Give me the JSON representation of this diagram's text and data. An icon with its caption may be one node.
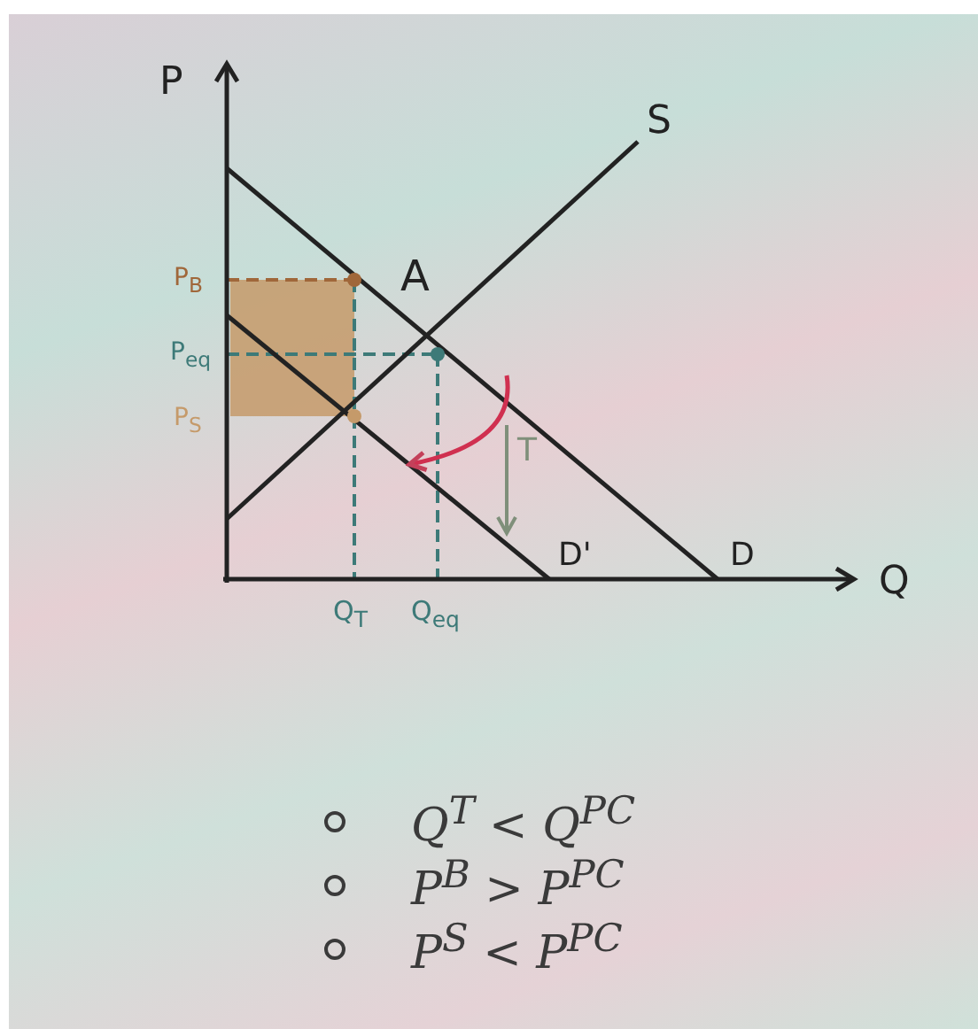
{
  "diagram": {
    "labels": [
      "P",
      "S",
      "A",
      "P$_{B}$",
      "P$_{eq}$",
      "P$_{S}$",
      "T",
      "D'",
      "D",
      "Q",
      "Q$_{T}$",
      "Q$_{eq}$",
      "Q$^{T}$ < Q$^{PC}$",
      "P$^{B}$ > P$^{PC}$",
      "P$^{S}$ < P$^{PC}$"
    ]
  }
}
